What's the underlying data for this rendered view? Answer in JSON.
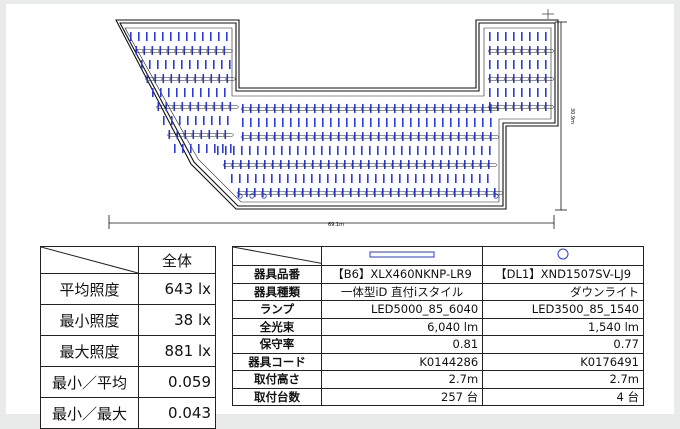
{
  "plan": {
    "dim_width": "69.1m",
    "dim_height": "30.9m"
  },
  "summary": {
    "header": "全体",
    "rows": [
      {
        "label": "平均照度",
        "value": "643 lx"
      },
      {
        "label": "最小照度",
        "value": "38 lx"
      },
      {
        "label": "最大照度",
        "value": "881 lx"
      },
      {
        "label": "最小／平均",
        "value": "0.059"
      },
      {
        "label": "最小／最大",
        "value": "0.043"
      }
    ]
  },
  "fixtures": {
    "symbols": [
      {
        "shape": "rect",
        "color": "#2a3bd6"
      },
      {
        "shape": "circle",
        "color": "#2a3bd6"
      }
    ],
    "rows": [
      {
        "label": "器具品番",
        "v1": "【B6】XLX460NKNP-LR9",
        "v2": "【DL1】XND1507SV-LJ9"
      },
      {
        "label": "器具種類",
        "v1": "一体型iD 直付iスタイル",
        "v2": "ダウンライト"
      },
      {
        "label": "ランプ",
        "v1": "LED5000_85_6040",
        "v2": "LED3500_85_1540"
      },
      {
        "label": "全光束",
        "v1": "6,040 lm",
        "v2": "1,540 lm"
      },
      {
        "label": "保守率",
        "v1": "0.81",
        "v2": "0.77"
      },
      {
        "label": "器具コード",
        "v1": "K0144286",
        "v2": "K0176491"
      },
      {
        "label": "取付高さ",
        "v1": "2.7m",
        "v2": "2.7m"
      },
      {
        "label": "取付台数",
        "v1": "257 台",
        "v2": "4 台"
      }
    ]
  },
  "colors": {
    "luminaire": "#2a3bd6",
    "outline": "#111111"
  }
}
